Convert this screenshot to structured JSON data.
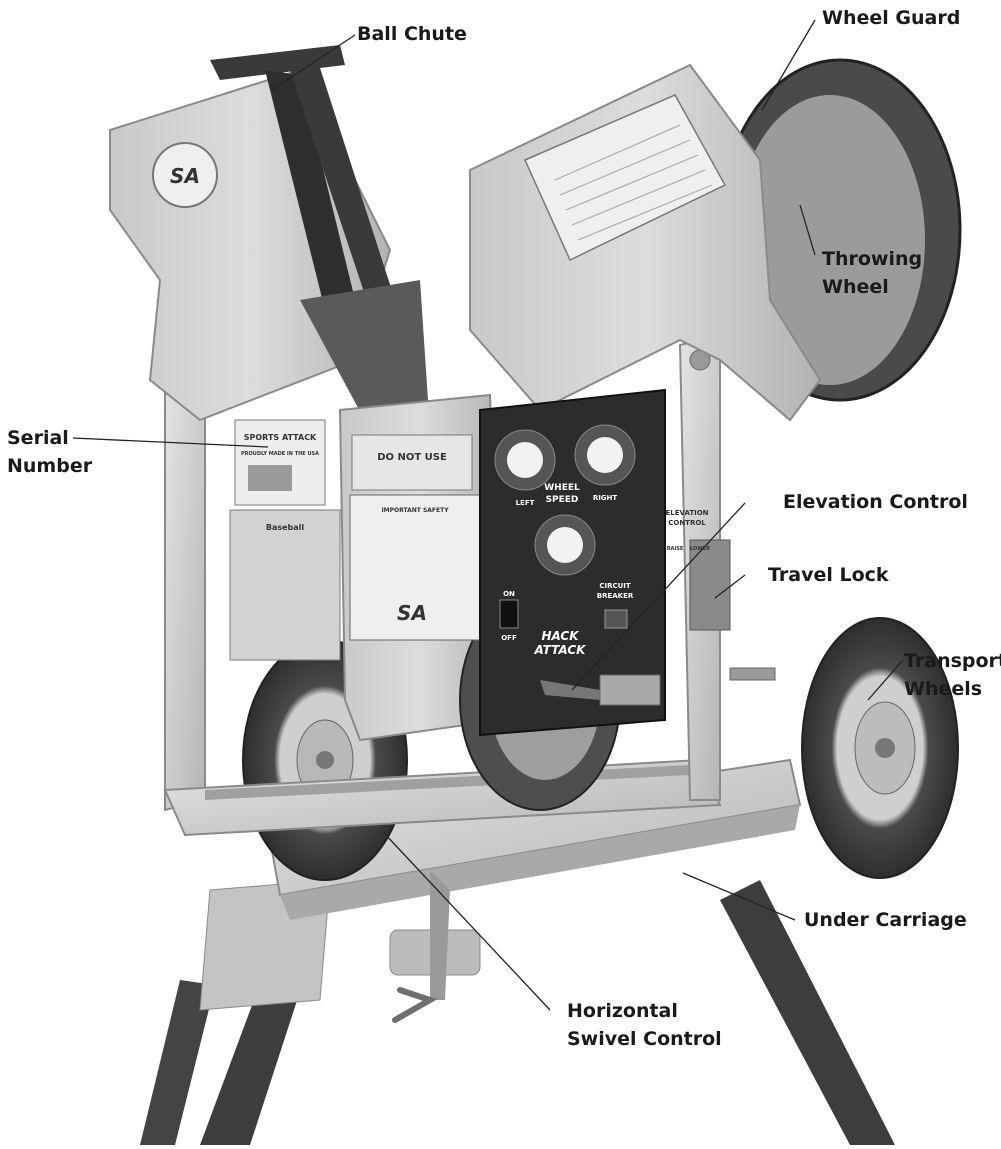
{
  "image_alt": "Baseball pitching machine with labeled parts",
  "labels": {
    "ball_chute": "Ball Chute",
    "wheel_guard": "Wheel Guard",
    "throwing_wheel_1": "Throwing",
    "throwing_wheel_2": "Wheel",
    "serial_number_1": "Serial",
    "serial_number_2": "Number",
    "elevation_control": "Elevation Control",
    "travel_lock": "Travel Lock",
    "transport_wheels_1": "Transport",
    "transport_wheels_2": "Wheels",
    "under_carriage": "Under Carriage",
    "horizontal_swivel_1": "Horizontal",
    "horizontal_swivel_2": "Swivel Control"
  },
  "panel": {
    "wheel": "WHEEL",
    "speed": "SPEED",
    "left": "LEFT",
    "right": "RIGHT",
    "circuit": "CIRCUIT",
    "breaker": "BREAKER",
    "on": "ON",
    "off": "OFF",
    "brand_1": "HACK",
    "brand_2": "ATTACK"
  },
  "badges": {
    "sports_attack": "SPORTS ATTACK",
    "made_in": "PROUDLY MADE IN THE USA",
    "do_not_use": "DO NOT USE",
    "important": "IMPORTANT SAFETY",
    "baseball": "Baseball",
    "elevation_1": "ELEVATION",
    "elevation_2": "CONTROL",
    "raise": "RAISE",
    "lower": "LOWER",
    "logo": "SA"
  },
  "colors": {
    "metal_light": "#d9d9d9",
    "metal_mid": "#bdbdbd",
    "metal_dark": "#8a8a8a",
    "panel_dark": "#2c2c2c",
    "tire": "#3a3a3a",
    "text": "#1a1a1a"
  }
}
